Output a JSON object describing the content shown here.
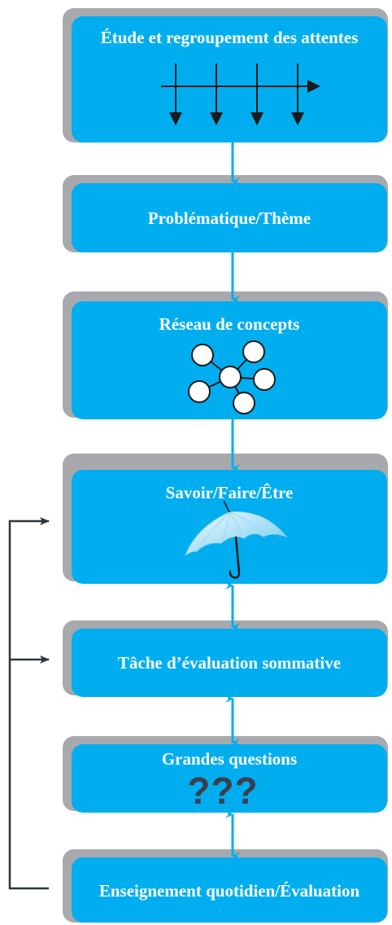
{
  "steps": [
    {
      "title": "Étude et regroupement des attentes"
    },
    {
      "title": "Problématique/Thème"
    },
    {
      "title": "Réseau de concepts"
    },
    {
      "title": "Savoir/Faire/Être"
    },
    {
      "title": "Tâche d’évaluation sommative"
    },
    {
      "title": "Grandes questions",
      "symbol": "???"
    },
    {
      "title": "Enseignement quotidien/Évaluation"
    }
  ],
  "colors": {
    "box": "#00aeef",
    "shadow": "#a7a9ac",
    "arrow": "#00aeef",
    "feedback": "#2e3440"
  }
}
